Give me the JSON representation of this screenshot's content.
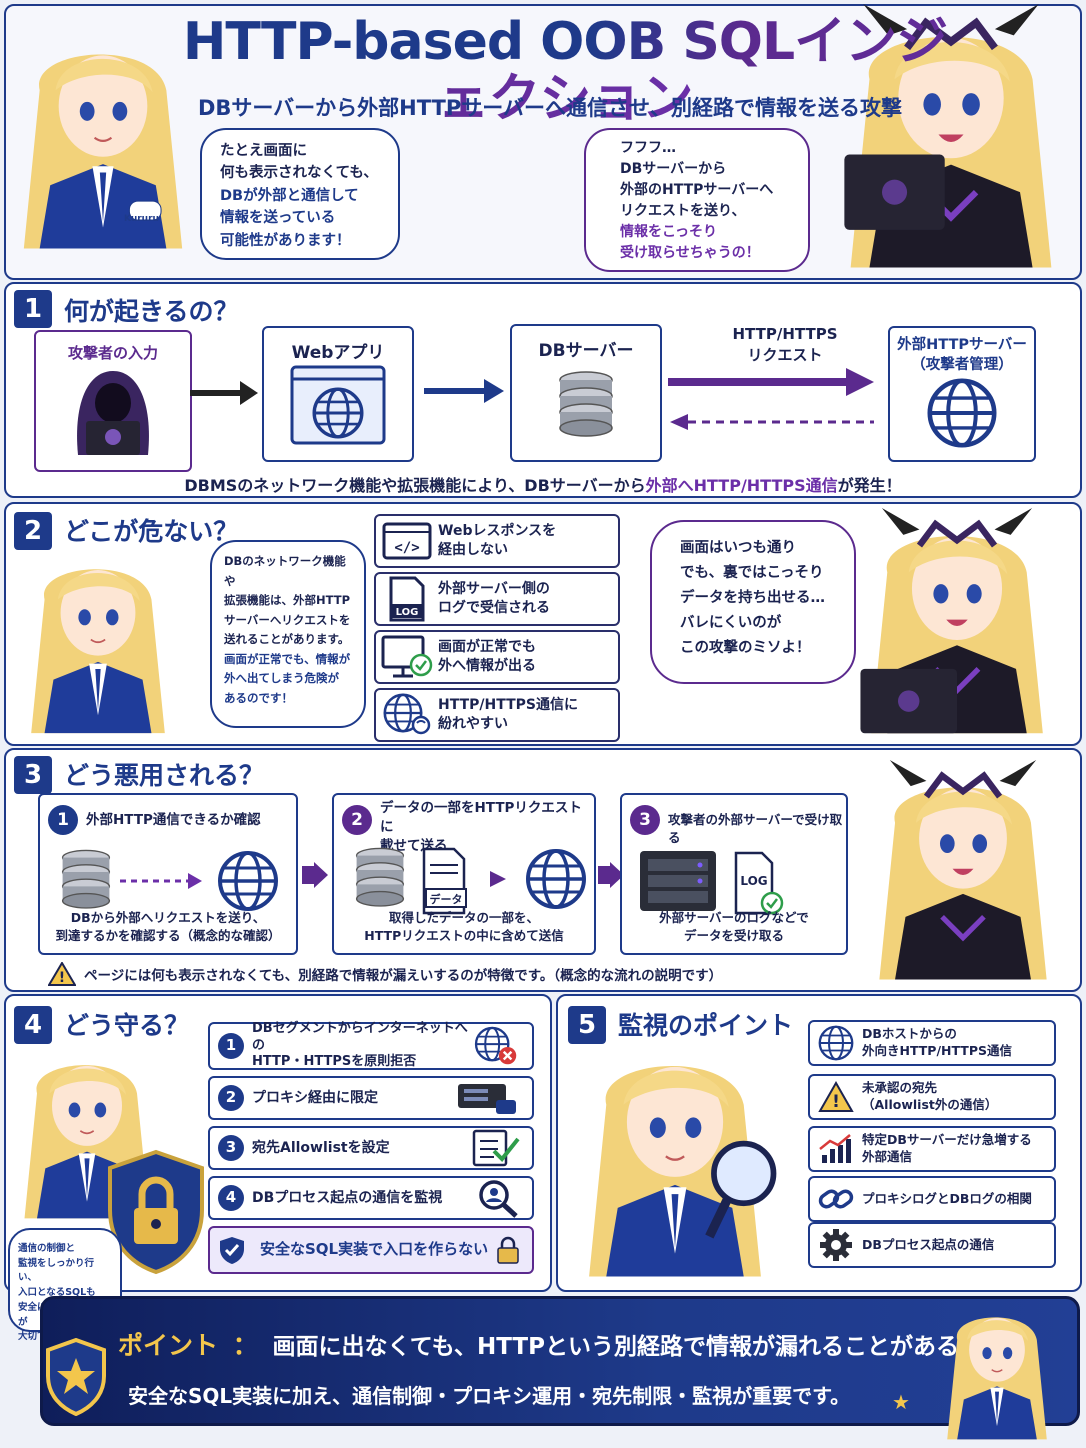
{
  "header": {
    "title": "HTTP-based OOB SQLインジェクション",
    "subtitle": "DBサーバーから外部HTTPサーバーへ通信させ、別経路で情報を送る攻撃",
    "bubble_left": [
      "たとえ画面に",
      "何も表示されなくても、",
      "DBが外部と通信して",
      "情報を送っている",
      "可能性があります！"
    ],
    "bubble_right": [
      "フフフ…",
      "DBサーバーから",
      "外部のHTTPサーバーへ",
      "リクエストを送り、",
      "情報をこっそり",
      "受け取らせちゃうの！"
    ],
    "badge": "Kururu"
  },
  "section1": {
    "num": "1",
    "title": "何が起きるの？",
    "attacker": "攻撃者の入力",
    "webapp": "Webアプリ",
    "db": "DBサーバー",
    "request": [
      "HTTP/HTTPS",
      "リクエスト"
    ],
    "external": [
      "外部HTTPサーバー",
      "（攻撃者管理）"
    ],
    "note_a": "DBMSのネットワーク機能や拡張機能により、DBサーバーから",
    "note_b": "外部へHTTP/HTTPS通信",
    "note_c": "が発生！"
  },
  "section2": {
    "num": "2",
    "title": "どこが危ない？",
    "bubble_left": [
      "DBのネットワーク機能や",
      "拡張機能は、外部HTTP",
      "サーバーへリクエストを",
      "送れることがあります。",
      "画面が正常でも、情報が",
      "外へ出てしまう危険が",
      "あるのです！"
    ],
    "features": [
      {
        "icon": "code-icon",
        "text": [
          "Webレスポンスを",
          "経由しない"
        ]
      },
      {
        "icon": "log-icon",
        "text": [
          "外部サーバー側の",
          "ログで受信される"
        ]
      },
      {
        "icon": "monitor-check-icon",
        "text": [
          "画面が正常でも",
          "外へ情報が出る"
        ]
      },
      {
        "icon": "globe-refresh-icon",
        "text": [
          "HTTP/HTTPS通信に",
          "紛れやすい"
        ]
      }
    ],
    "log_label": "LOG",
    "bubble_right": [
      "画面はいつも通り",
      "でも、裏ではこっそり",
      "データを持ち出せる…",
      "バレにくいのが",
      "この攻撃のミソよ！"
    ]
  },
  "section3": {
    "num": "3",
    "title": "どう悪用される？",
    "steps": [
      {
        "n": "1",
        "title": [
          "外部HTTP通信できるか確認"
        ],
        "desc": [
          "DBから外部へリクエストを送り、",
          "到達するかを確認する（概念的な確認）"
        ]
      },
      {
        "n": "2",
        "title": [
          "データの一部をHTTPリクエストに",
          "載せて送る"
        ],
        "desc": [
          "取得したデータの一部を、",
          "HTTPリクエストの中に含めて送信"
        ],
        "doc_label": "データ"
      },
      {
        "n": "3",
        "title": [
          "攻撃者の外部サーバーで受け取る"
        ],
        "desc": [
          "外部サーバーのログなどで",
          "データを受け取る"
        ],
        "log_label": "LOG"
      }
    ],
    "warning": "ページには何も表示されなくても、別経路で情報が漏えいするのが特徴です。（概念的な流れの説明です）"
  },
  "section4": {
    "num": "4",
    "title": "どう守る？",
    "items": [
      {
        "n": "1",
        "text": [
          "DBセグメントからインターネットへの",
          "HTTP・HTTPSを原則拒否"
        ],
        "icon": "globe-deny-icon"
      },
      {
        "n": "2",
        "text": [
          "プロキシ経由に限定"
        ],
        "icon": "proxy-icon"
      },
      {
        "n": "3",
        "text": [
          "宛先Allowlistを設定"
        ],
        "icon": "checklist-icon"
      },
      {
        "n": "4",
        "text": [
          "DBプロセス起点の通信を監視"
        ],
        "icon": "magnifier-icon"
      }
    ],
    "safe": "安全なSQL実装で入口を作らない",
    "bubble": [
      "通信の制御と",
      "監視をしっかり行い、",
      "入口となるSQLも",
      "安全に実装することが",
      "大切です！"
    ]
  },
  "section5": {
    "num": "5",
    "title": "監視のポイント",
    "items": [
      {
        "icon": "globe-icon",
        "text": [
          "DBホストからの",
          "外向きHTTP/HTTPS通信"
        ]
      },
      {
        "icon": "warning-icon",
        "text": [
          "未承認の宛先",
          "（Allowlist外の通信）"
        ]
      },
      {
        "icon": "chart-up-icon",
        "text": [
          "特定DBサーバーだけ急増する",
          "外部通信"
        ]
      },
      {
        "icon": "link-icon",
        "text": [
          "プロキシログとDBログの相関"
        ]
      },
      {
        "icon": "gear-icon",
        "text": [
          "DBプロセス起点の通信"
        ]
      }
    ]
  },
  "footer": {
    "point_label": "ポイント",
    "colon": "：",
    "line1": "画面に出なくても、HTTPという別経路で情報が漏れることがある！",
    "line2": "安全なSQL実装に加え、通信制御・プロキシ運用・宛先制限・監視が重要です。"
  },
  "colors": {
    "navy": "#1e3a8a",
    "purple": "#5b2a8e",
    "gold": "#f3c64c"
  }
}
